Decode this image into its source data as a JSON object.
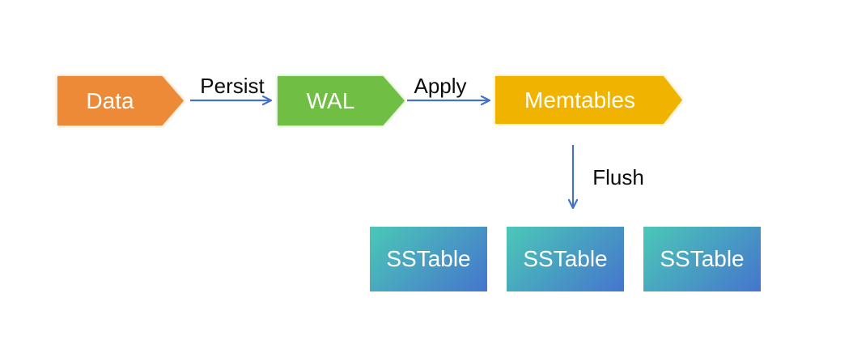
{
  "nodes": {
    "data": {
      "label": "Data",
      "fill": "#ED8A38",
      "text_color": "#FFFFFF",
      "shape": "right-arrow-pentagon"
    },
    "wal": {
      "label": "WAL",
      "fill": "#71BE44",
      "text_color": "#FFFFFF",
      "shape": "right-arrow-pentagon"
    },
    "memtables": {
      "label": "Memtables",
      "fill": "#F0B400",
      "text_color": "#FFFFFF",
      "shape": "right-arrow-pentagon"
    },
    "sstables": [
      {
        "label": "SSTable"
      },
      {
        "label": "SSTable"
      },
      {
        "label": "SSTable"
      }
    ],
    "sstable_gradient": {
      "from": "#4BC8B7",
      "to": "#4575CD",
      "direction": "top-left to bottom-right"
    }
  },
  "edges": {
    "persist": {
      "label": "Persist",
      "from": "data",
      "to": "wal",
      "direction": "right"
    },
    "apply": {
      "label": "Apply",
      "from": "wal",
      "to": "memtables",
      "direction": "right"
    },
    "flush": {
      "label": "Flush",
      "from": "memtables",
      "to": "sstables",
      "direction": "down"
    },
    "arrow_color": "#4472C4",
    "label_color": "#0B0B0B"
  }
}
